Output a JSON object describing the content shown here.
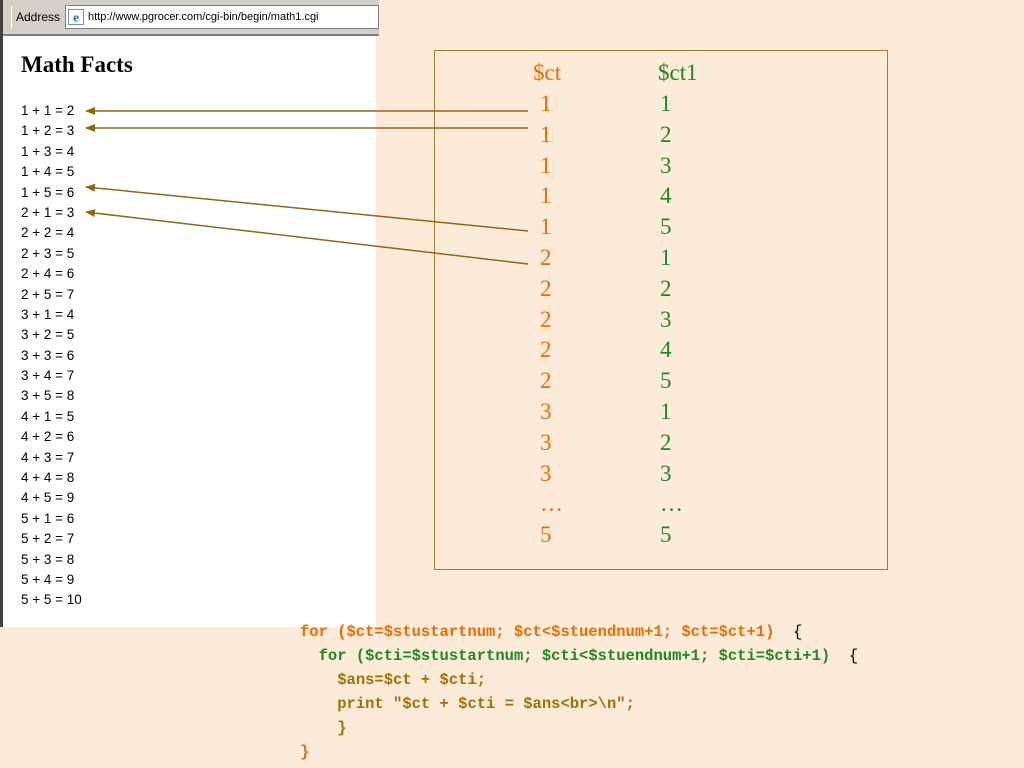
{
  "browser": {
    "address_label": "Address",
    "url": "http://www.pgrocer.com/cgi-bin/begin/math1.cgi",
    "page_title": "Math Facts",
    "facts": [
      "1 + 1 = 2",
      "1 + 2 = 3",
      "1 + 3 = 4",
      "1 + 4 = 5",
      "1 + 5 = 6",
      "2 + 1 = 3",
      "2 + 2 = 4",
      "2 + 3 = 5",
      "2 + 4 = 6",
      "2 + 5 = 7",
      "3 + 1 = 4",
      "3 + 2 = 5",
      "3 + 3 = 6",
      "3 + 4 = 7",
      "3 + 5 = 8",
      "4 + 1 = 5",
      "4 + 2 = 6",
      "4 + 3 = 7",
      "4 + 4 = 8",
      "4 + 5 = 9",
      "5 + 1 = 6",
      "5 + 2 = 7",
      "5 + 3 = 8",
      "5 + 4 = 9",
      "5 + 5 = 10"
    ]
  },
  "table": {
    "header_ct": "$ct",
    "header_ct1": "$ct1",
    "ct_values": [
      "1",
      "1",
      "1",
      "1",
      "1",
      "2",
      "2",
      "2",
      "2",
      "2",
      "3",
      "3",
      "3",
      "…",
      "5"
    ],
    "ct1_values": [
      "1",
      "2",
      "3",
      "4",
      "5",
      "1",
      "2",
      "3",
      "4",
      "5",
      "1",
      "2",
      "3",
      "…",
      "5"
    ]
  },
  "code": {
    "line1": "for ($ct=$stustartnum; $ct<$stuendnum+1; $ct=$ct+1)",
    "line1_brace": "{",
    "line2": "for ($cti=$stustartnum; $cti<$stuendnum+1; $cti=$cti+1)",
    "line2_brace": "{",
    "line3": "$ans=$ct + $cti;",
    "line4": "print \"$ct + $cti = $ans<br>\\n\";",
    "line5": "}",
    "line6": "}"
  },
  "colors": {
    "background": "#fdebd9",
    "ct_orange": "#e86c00",
    "ct1_green": "#1e8a1e",
    "arrow": "#8b6914"
  }
}
